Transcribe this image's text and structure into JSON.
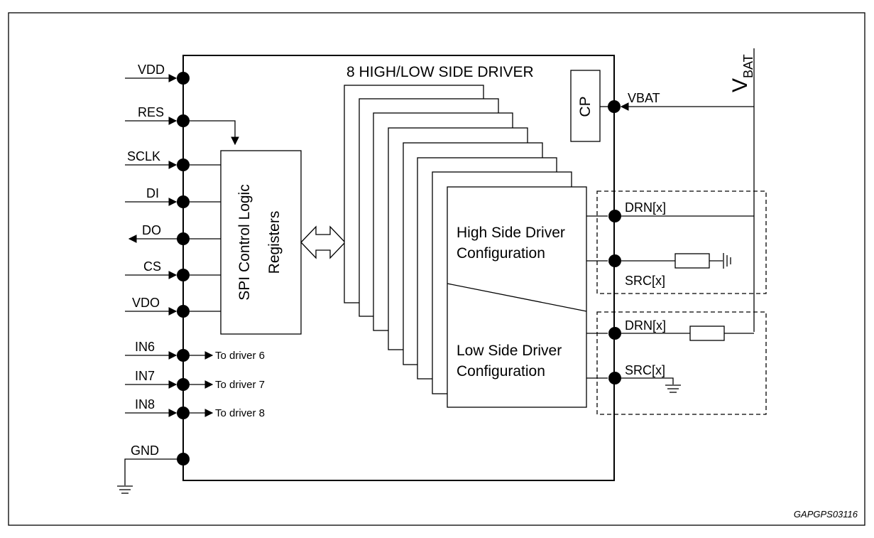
{
  "title": "8 HIGH/LOW SIDE DRIVER",
  "left_pins": [
    {
      "id": "vdd",
      "label": "VDD"
    },
    {
      "id": "res",
      "label": "RES"
    },
    {
      "id": "sclk",
      "label": "SCLK"
    },
    {
      "id": "di",
      "label": "DI"
    },
    {
      "id": "do",
      "label": "DO"
    },
    {
      "id": "cs",
      "label": "CS"
    },
    {
      "id": "vdo",
      "label": "VDO"
    },
    {
      "id": "in6",
      "label": "IN6"
    },
    {
      "id": "in7",
      "label": "IN7"
    },
    {
      "id": "in8",
      "label": "IN8"
    },
    {
      "id": "gnd",
      "label": "GND"
    }
  ],
  "to_driver": [
    "To driver 6",
    "To driver 7",
    "To driver 8"
  ],
  "spi_block": {
    "line1": "SPI Control Logic",
    "line2": "Registers"
  },
  "cp_label": "CP",
  "vbat_pin": "VBAT",
  "vbat_rail": {
    "main": "V",
    "sub": "BAT"
  },
  "high_side": {
    "line1": "High Side Driver",
    "line2": "Configuration"
  },
  "low_side": {
    "line1": "Low Side Driver",
    "line2": "Configuration"
  },
  "right_pins": {
    "hs_drn": "DRN[x]",
    "hs_src": "SRC[x]",
    "ls_drn": "DRN[x]",
    "ls_src": "SRC[x]"
  },
  "figure_id": "GAPGPS03116"
}
